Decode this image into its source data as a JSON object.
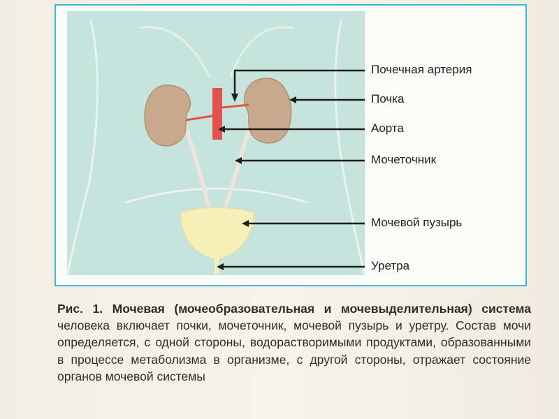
{
  "labels": {
    "renal_artery": "Почечная артерия",
    "kidney": "Почка",
    "aorta": "Аорта",
    "ureter": "Мочеточник",
    "bladder": "Мочевой пузырь",
    "urethra": "Уретра"
  },
  "caption": {
    "bold": "Рис. 1. Мочевая (мочеобразовательная и мочевыделительная) система",
    "text": " человека включает почки, мочеточник, мочевой пузырь и уретру. Состав мочи определяется, с одной стороны, водорастворимыми продуктами, образованными в процессе метаболизма в организме, с другой стороны, отражает состояние органов мочевой системы"
  },
  "colors": {
    "frame_border": "#3fb7d6",
    "body_panel": "#c6e3dc",
    "kidney": "#c9a98d",
    "aorta": "#e2534d",
    "bladder": "#f6f0b8"
  }
}
